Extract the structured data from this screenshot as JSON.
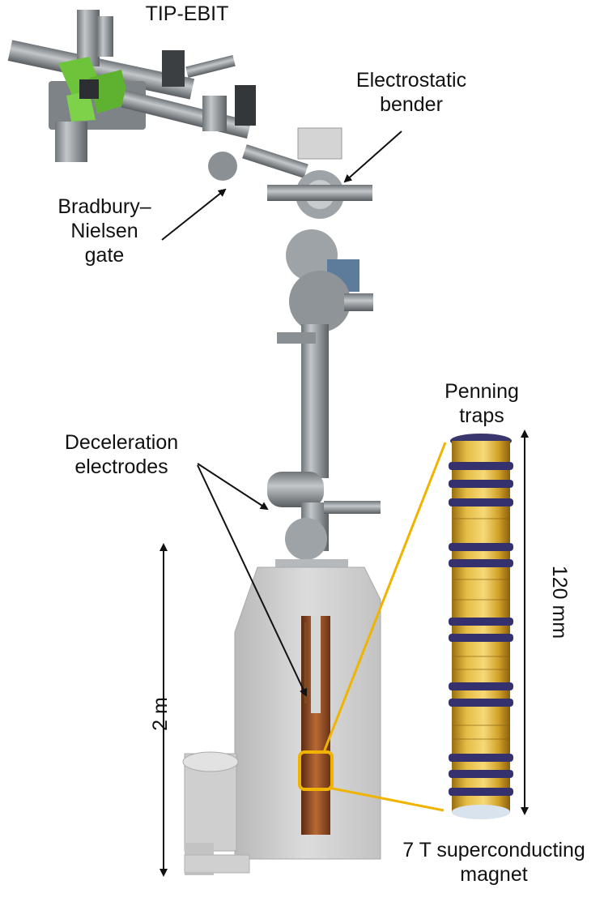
{
  "labels": {
    "tip_ebit": "TIP-EBIT",
    "bender": [
      "Electrostatic",
      "bender"
    ],
    "bradbury": [
      "Bradbury–",
      "Nielsen",
      "gate"
    ],
    "deceleration": [
      "Deceleration",
      "electrodes"
    ],
    "penning": [
      "Penning",
      "traps"
    ],
    "magnet": [
      "7 T superconducting",
      "magnet"
    ],
    "height_scale": "2 m",
    "trap_scale": "120 mm"
  },
  "colors": {
    "arrow": "#111111",
    "highlight": "#f0b400",
    "trap_gold": "#d8a928",
    "trap_ring": "#34316e",
    "magnet_body": "#d6d6d6",
    "beamline_metal": "#9aa0a4",
    "ebit_green": "#6dc43a"
  }
}
